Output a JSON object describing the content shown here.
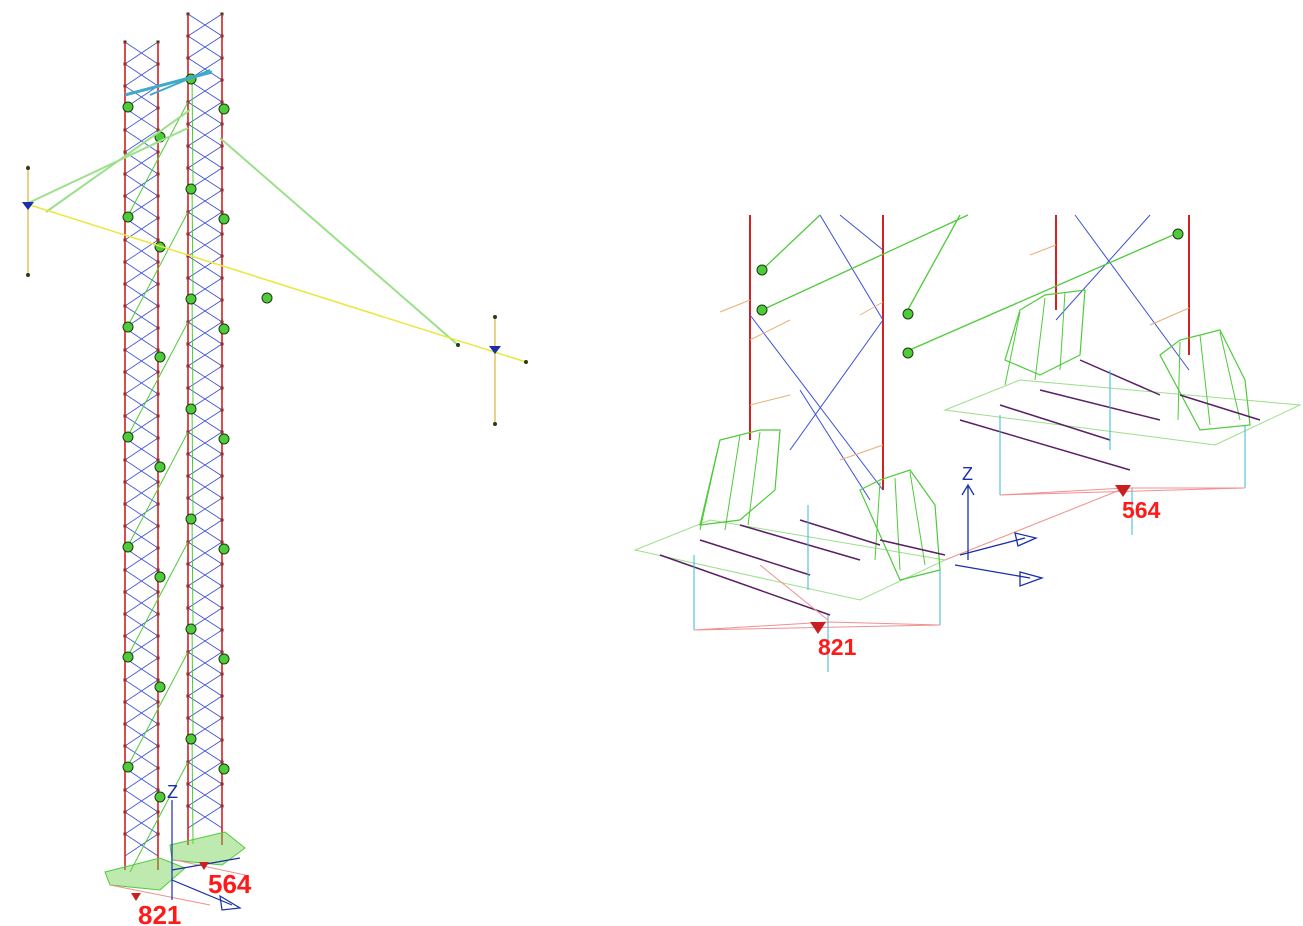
{
  "views": [
    {
      "name": "overall-tower-view",
      "node_labels": [
        "821",
        "564"
      ],
      "axis_label": "Z"
    },
    {
      "name": "base-detail-view",
      "node_labels": [
        "821",
        "564"
      ],
      "axis_label": "Z"
    }
  ],
  "colors": {
    "chord": "#d42020",
    "lattice": "#3a4fd8",
    "diagonal": "#4ecb3a",
    "cable": "#9be08a",
    "yellow_line": "#e8e83a",
    "support": "#36b8d8",
    "base_plan": "#f09090",
    "rail": "#5a1f66",
    "node": "#2d3a1a",
    "node_label": "#ff1a1a",
    "axis": "#1a2fa8"
  }
}
